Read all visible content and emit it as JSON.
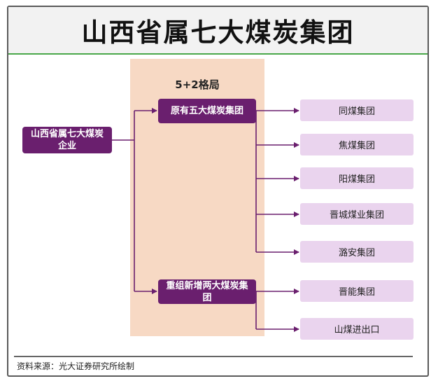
{
  "title": "山西省属七大煤炭集团",
  "group_label": "5+2格局",
  "root": "山西省属七大煤炭企业",
  "branch_a": "原有五大煤炭集团",
  "branch_b": "重组新增两大煤炭集团",
  "leaves_a": [
    "同煤集团",
    "焦煤集团",
    "阳煤集团",
    "晋城煤业集团",
    "潞安集团"
  ],
  "leaves_b": [
    "晋能集团",
    "山煤进出口"
  ],
  "source": "资料来源：光大证券研究所绘制",
  "colors": {
    "dark_node": "#6a1f6e",
    "light_node": "#ead4ee",
    "band": "#f7d9c4",
    "title_border": "#4aa84a"
  }
}
